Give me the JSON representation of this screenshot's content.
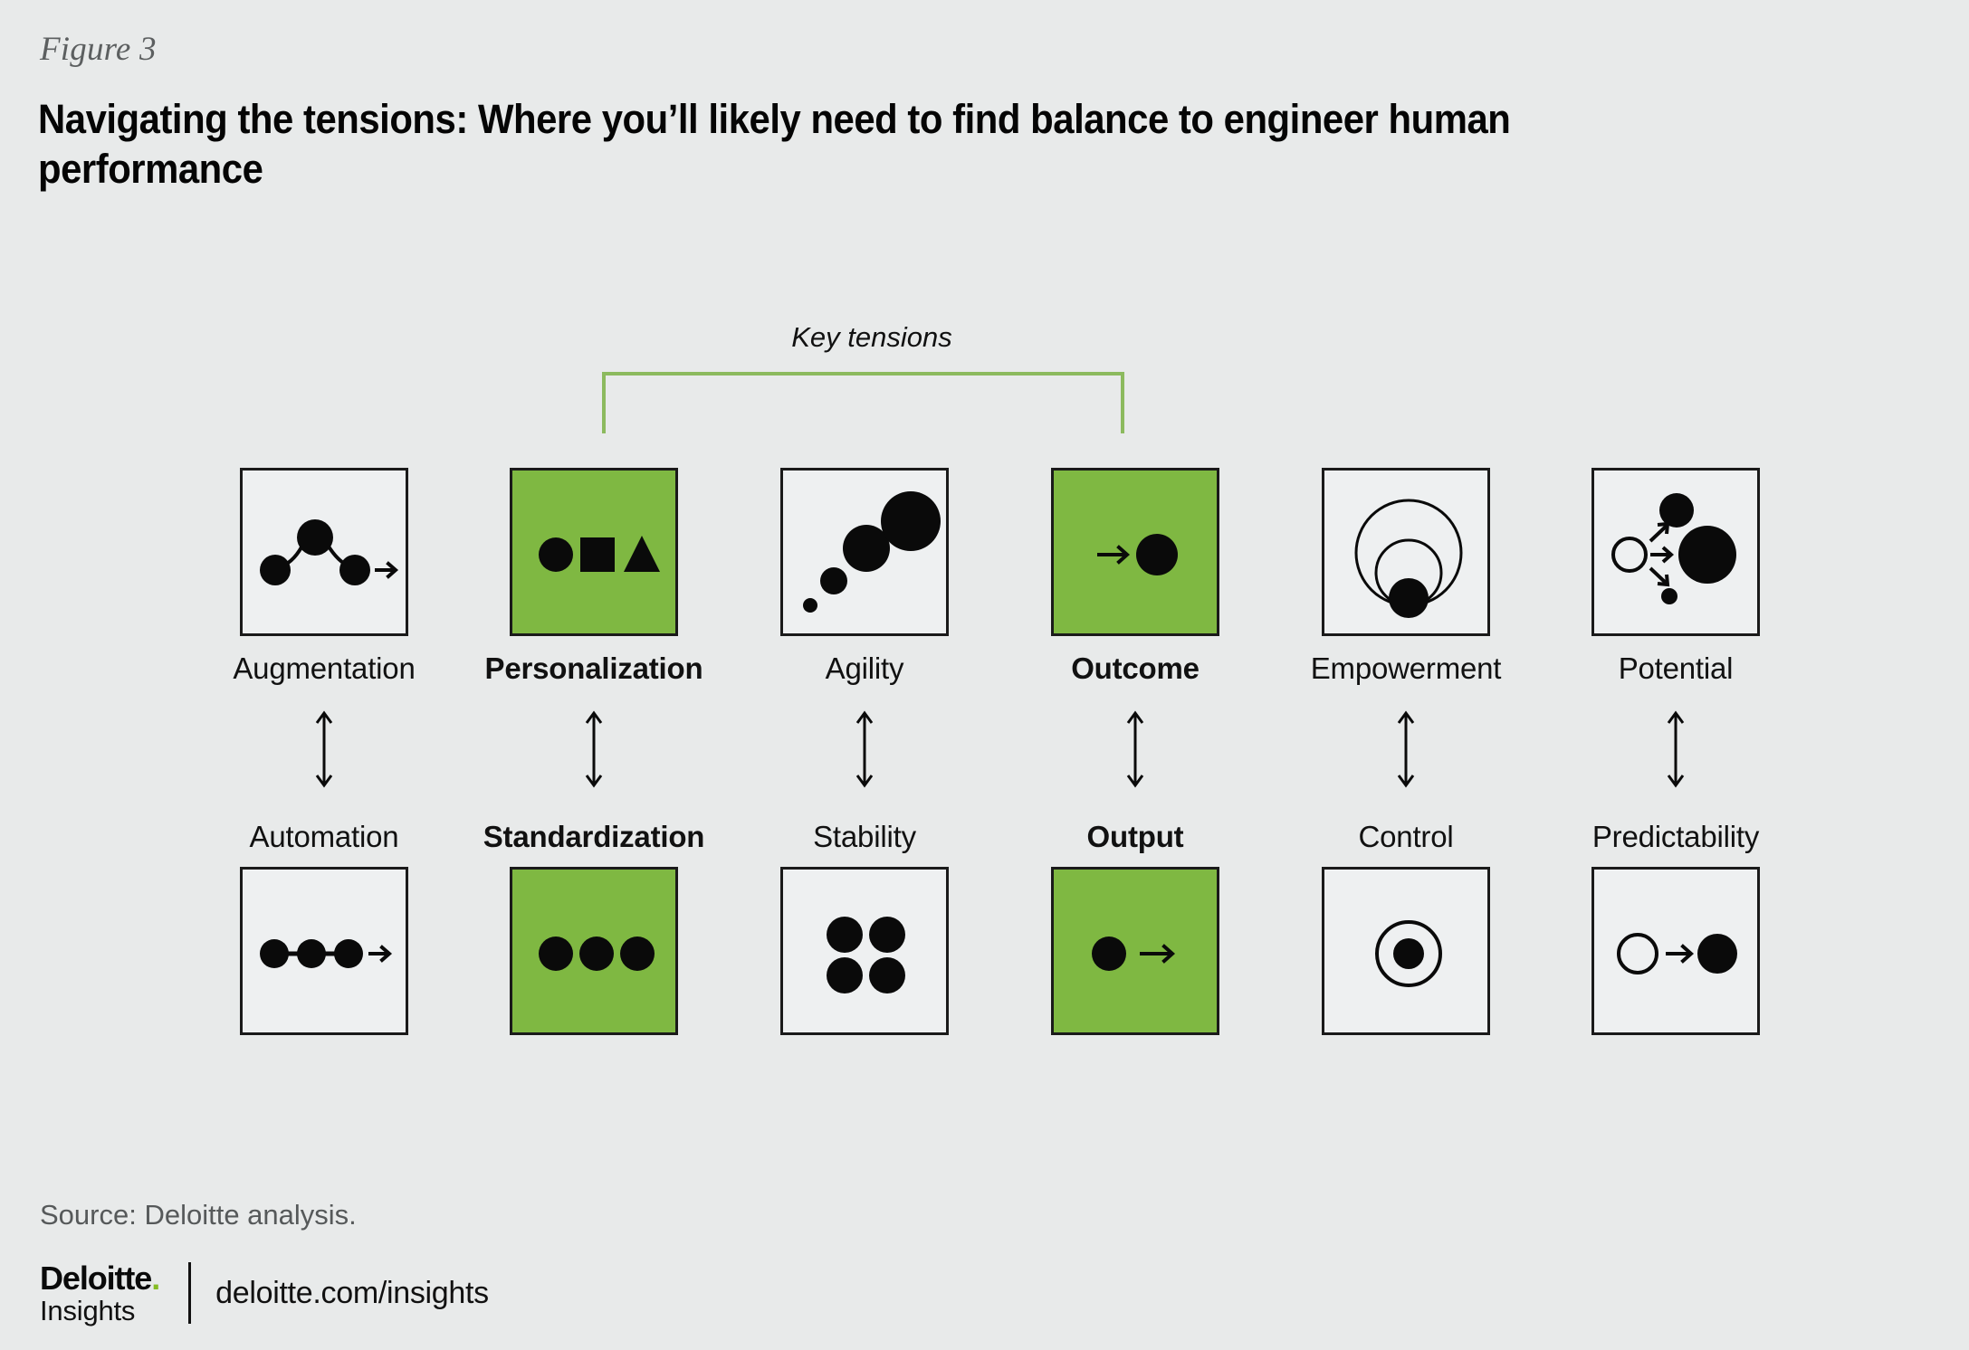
{
  "header": {
    "figure_label": "Figure 3",
    "title": "Navigating the tensions: Where you’ll likely need to find balance to engineer human performance"
  },
  "annotation": {
    "key_tensions_label": "Key tensions",
    "bracket_color": "#8cba5e"
  },
  "colors": {
    "background": "#e8eaea",
    "tile_default": "#eef0f1",
    "tile_highlight": "#7fb842",
    "border": "#1a1a1a",
    "brand_green": "#86bc25"
  },
  "columns": [
    {
      "top_label": "Augmentation",
      "bottom_label": "Automation",
      "highlighted": false,
      "top_icon": "peaked-dot-path-arrow-icon",
      "bottom_icon": "linear-dot-chain-arrow-icon"
    },
    {
      "top_label": "Personalization",
      "bottom_label": "Standardization",
      "highlighted": true,
      "top_icon": "circle-square-triangle-icon",
      "bottom_icon": "three-equal-dots-icon"
    },
    {
      "top_label": "Agility",
      "bottom_label": "Stability",
      "highlighted": false,
      "top_icon": "growing-dots-diagonal-icon",
      "bottom_icon": "four-dot-grid-icon"
    },
    {
      "top_label": "Outcome",
      "bottom_label": "Output",
      "highlighted": true,
      "top_icon": "arrow-into-dot-icon",
      "bottom_icon": "dot-into-arrow-icon"
    },
    {
      "top_label": "Empowerment",
      "bottom_label": "Control",
      "highlighted": false,
      "top_icon": "nested-circles-dot-icon",
      "bottom_icon": "concentric-circle-dot-icon"
    },
    {
      "top_label": "Potential",
      "bottom_label": "Predictability",
      "highlighted": false,
      "top_icon": "branching-arrows-dots-icon",
      "bottom_icon": "hollow-arrow-filled-circle-icon"
    }
  ],
  "tension_arrow_icon": "double-headed-vertical-arrow-icon",
  "footer": {
    "source": "Source: Deloitte analysis.",
    "logo_top": "Deloitte",
    "logo_dot": ".",
    "logo_bottom": "Insights",
    "url": "deloitte.com/insights"
  }
}
